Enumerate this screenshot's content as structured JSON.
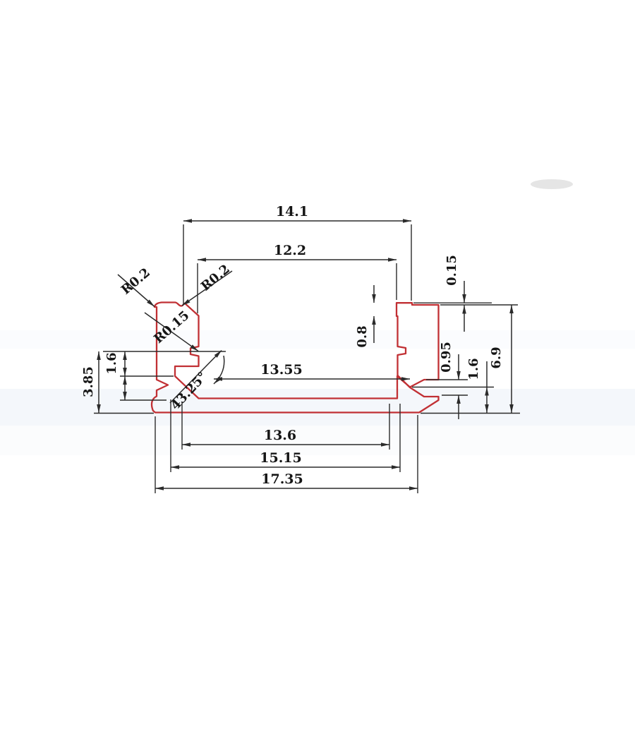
{
  "drawing": {
    "type": "profile-cross-section",
    "colors": {
      "profile": "#c13034",
      "dimension_lines": "#2b2b2b",
      "text": "#161616",
      "band": "#dce6f2"
    },
    "dims": {
      "w_top_outer": "14.1",
      "w_top_opening": "12.2",
      "w_inner": "13.55",
      "w_bottom_inner": "13.6",
      "w_bottom_mid": "15.15",
      "w_bottom_overall": "17.35",
      "h_left_lower": "3.85",
      "left_step": "1.6",
      "r_corner": "R0.2",
      "r_notch": "R0.2",
      "r_ledge": "R0.15",
      "angle": "43.25°",
      "top_step": "0.15",
      "hook_depth": "0.8",
      "slot_opening": "0.95",
      "right_step": "1.6",
      "h_overall": "6.9"
    }
  }
}
